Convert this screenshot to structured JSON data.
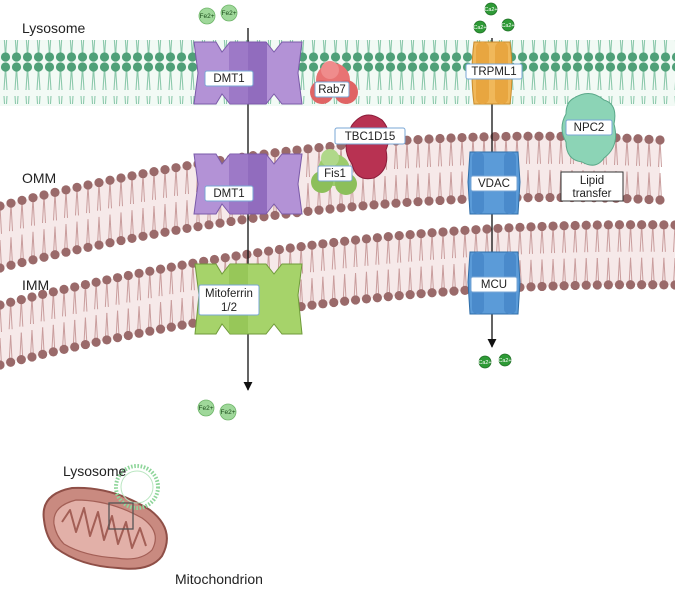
{
  "regions": {
    "lysosome": "Lysosome",
    "omm": "OMM",
    "imm": "IMM"
  },
  "proteins": {
    "dmt1_lyso": "DMT1",
    "dmt1_omm": "DMT1",
    "mitoferrin_line1": "Mitoferrin",
    "mitoferrin_line2": "1/2",
    "rab7": "Rab7",
    "tbc1d15": "TBC1D15",
    "fis1": "Fis1",
    "trpml1": "TRPML1",
    "vdac": "VDAC",
    "mcu": "MCU",
    "npc2": "NPC2"
  },
  "lipid_transfer": {
    "line1": "Lipid",
    "line2": "transfer"
  },
  "ions": {
    "fe": "Fe",
    "fe_charge": "2+",
    "ca": "Ca",
    "ca_charge": "2+"
  },
  "inset": {
    "lysosome": "Lysosome",
    "mitochondrion": "Mitochondrion"
  },
  "colors": {
    "lysosome_head": "#4fa078",
    "lysosome_tail": "#8cc9ac",
    "mito_head": "#9a6a6a",
    "mito_tail": "#c99d9d",
    "mito_band": "#f6e9e9",
    "dmt1": "#b392d6",
    "mitoferrin": "#a6d36a",
    "trpml1": "#f0b85a",
    "vdac_mcu": "#5b9bd8",
    "rab7": "#e87373",
    "tbc1d15": "#b83252",
    "fis1": "#9ccc6c",
    "npc2": "#8cd4b6",
    "fe_ion": "#9fd89a",
    "ca_ion": "#2e9a36"
  }
}
